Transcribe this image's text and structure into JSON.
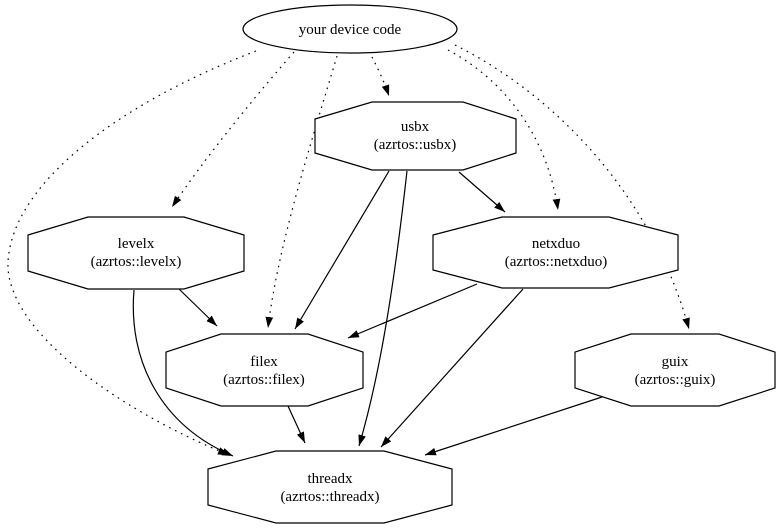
{
  "diagram": {
    "type": "dependency-graph",
    "background_color": "#ffffff",
    "stroke_color": "#000000",
    "nodes": [
      {
        "id": "device",
        "label": "your device code",
        "shape": "ellipse"
      },
      {
        "id": "usbx",
        "label": "usbx",
        "sublabel": "(azrtos::usbx)",
        "shape": "octagon"
      },
      {
        "id": "levelx",
        "label": "levelx",
        "sublabel": "(azrtos::levelx)",
        "shape": "octagon"
      },
      {
        "id": "netxduo",
        "label": "netxduo",
        "sublabel": "(azrtos::netxduo)",
        "shape": "octagon"
      },
      {
        "id": "filex",
        "label": "filex",
        "sublabel": "(azrtos::filex)",
        "shape": "octagon"
      },
      {
        "id": "guix",
        "label": "guix",
        "sublabel": "(azrtos::guix)",
        "shape": "octagon"
      },
      {
        "id": "threadx",
        "label": "threadx",
        "sublabel": "(azrtos::threadx)",
        "shape": "octagon"
      }
    ],
    "edges": [
      {
        "from": "device",
        "to": "levelx",
        "style": "dotted"
      },
      {
        "from": "device",
        "to": "usbx",
        "style": "dotted"
      },
      {
        "from": "device",
        "to": "netxduo",
        "style": "dotted"
      },
      {
        "from": "device",
        "to": "filex",
        "style": "dotted"
      },
      {
        "from": "device",
        "to": "guix",
        "style": "dotted"
      },
      {
        "from": "device",
        "to": "threadx",
        "style": "dotted"
      },
      {
        "from": "usbx",
        "to": "netxduo",
        "style": "solid"
      },
      {
        "from": "usbx",
        "to": "filex",
        "style": "solid"
      },
      {
        "from": "usbx",
        "to": "threadx",
        "style": "solid"
      },
      {
        "from": "levelx",
        "to": "filex",
        "style": "solid"
      },
      {
        "from": "levelx",
        "to": "threadx",
        "style": "solid"
      },
      {
        "from": "netxduo",
        "to": "filex",
        "style": "solid"
      },
      {
        "from": "netxduo",
        "to": "threadx",
        "style": "solid"
      },
      {
        "from": "filex",
        "to": "threadx",
        "style": "solid"
      },
      {
        "from": "guix",
        "to": "threadx",
        "style": "solid"
      }
    ]
  }
}
